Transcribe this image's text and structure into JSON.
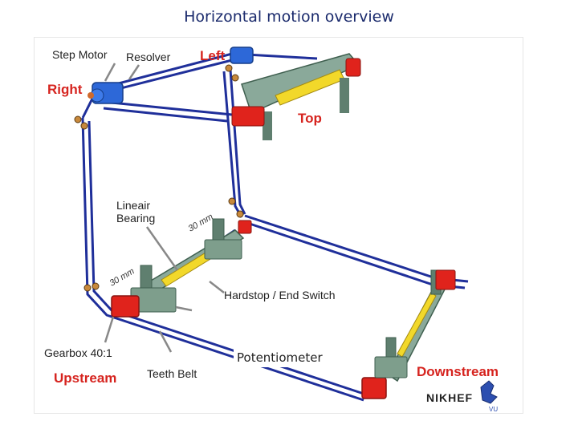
{
  "slide": {
    "title": "Horizontal motion overview"
  },
  "labels": {
    "step_motor": "Step Motor",
    "resolver": "Resolver",
    "left": "Left",
    "right": "Right",
    "top": "Top",
    "lineair_bearing_1": "Lineair",
    "lineair_bearing_2": "Bearing",
    "dim_30mm_upper": "30 mm",
    "dim_30mm_lower": "30 mm",
    "hardstop": "Hardstop / End Switch",
    "potentiometer": "Potentiometer",
    "gearbox": "Gearbox 40:1",
    "upstream": "Upstream",
    "teeth_belt": "Teeth Belt",
    "downstream": "Downstream"
  },
  "logos": {
    "nikhef": "NIKHEF",
    "vu": "VU"
  },
  "colors": {
    "belt": "#1f2f9a",
    "frame": "#6f8f7a",
    "frame_dark": "#3f5f4f",
    "motor_red": "#e0231c",
    "motor_blue": "#2d68d8",
    "rail_yellow": "#f2d82a",
    "label_red": "#d6241f"
  }
}
